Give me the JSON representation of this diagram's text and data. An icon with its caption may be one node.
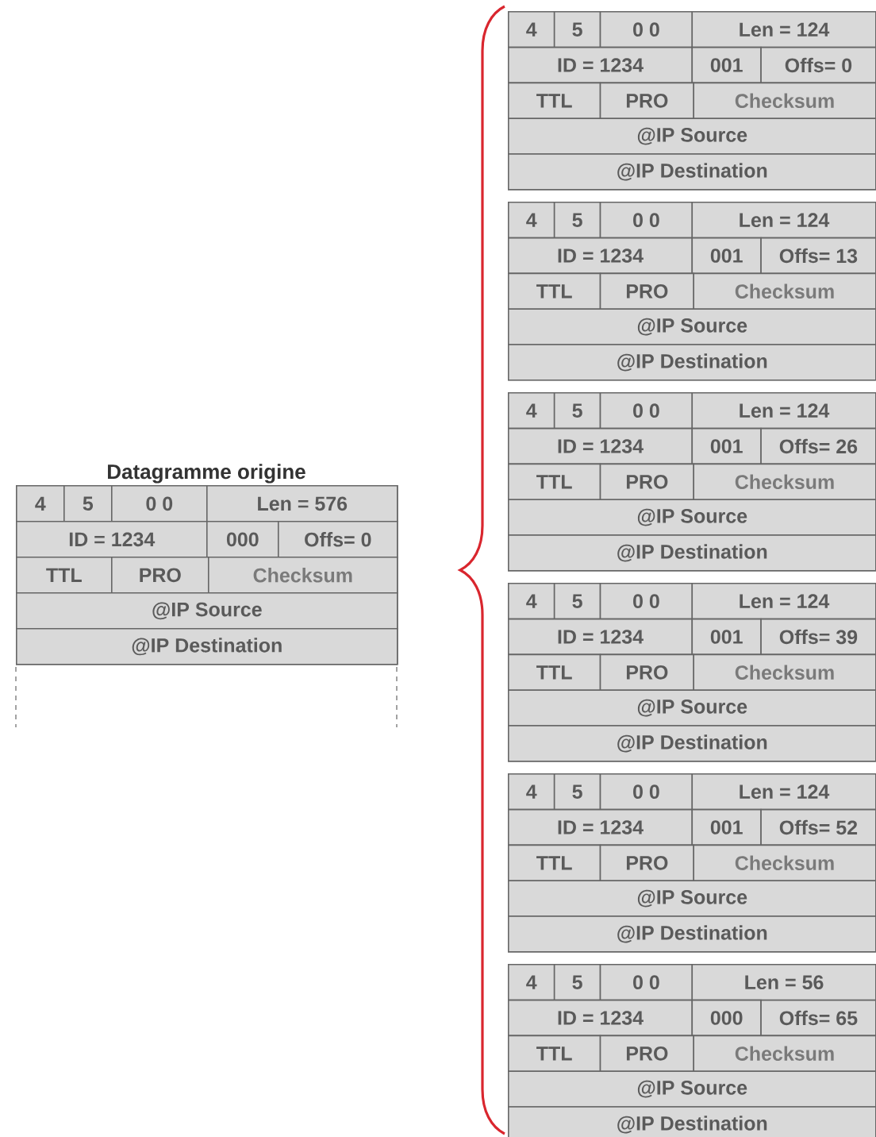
{
  "diagram": {
    "nodes": [
      {
        "text": [
          "Datagramme origine",
          "4",
          "5",
          "0 0",
          "Len = 576",
          "ID = 1234",
          "000",
          "Offs= 0",
          "TTL",
          "PRO",
          "Checksum",
          "@IP Source",
          "@IP Destination"
        ]
      },
      {
        "text": [
          "4",
          "5",
          "0 0",
          "Len = 124",
          "ID = 1234",
          "001",
          "Offs= 0",
          "TTL",
          "PRO",
          "Checksum",
          "@IP Source",
          "@IP Destination"
        ]
      },
      {
        "text": [
          "4",
          "5",
          "0 0",
          "Len = 124",
          "ID = 1234",
          "001",
          "Offs= 13",
          "TTL",
          "PRO",
          "Checksum",
          "@IP Source",
          "@IP Destination"
        ]
      },
      {
        "text": [
          "4",
          "5",
          "0 0",
          "Len = 124",
          "ID = 1234",
          "001",
          "Offs= 26",
          "TTL",
          "PRO",
          "Checksum",
          "@IP Source",
          "@IP Destination"
        ]
      },
      {
        "text": [
          "4",
          "5",
          "0 0",
          "Len = 124",
          "ID = 1234",
          "001",
          "Offs= 39",
          "TTL",
          "PRO",
          "Checksum",
          "@IP Source",
          "@IP Destination"
        ]
      },
      {
        "text": [
          "4",
          "5",
          "0 0",
          "Len = 124",
          "ID = 1234",
          "001",
          "Offs= 52",
          "TTL",
          "PRO",
          "Checksum",
          "@IP Source",
          "@IP Destination"
        ]
      },
      {
        "text": [
          "4",
          "5",
          "0 0",
          "Len = 56",
          "ID = 1234",
          "000",
          "Offs= 65",
          "TTL",
          "PRO",
          "Checksum",
          "@IP Source",
          "@IP Destination"
        ]
      }
    ]
  }
}
